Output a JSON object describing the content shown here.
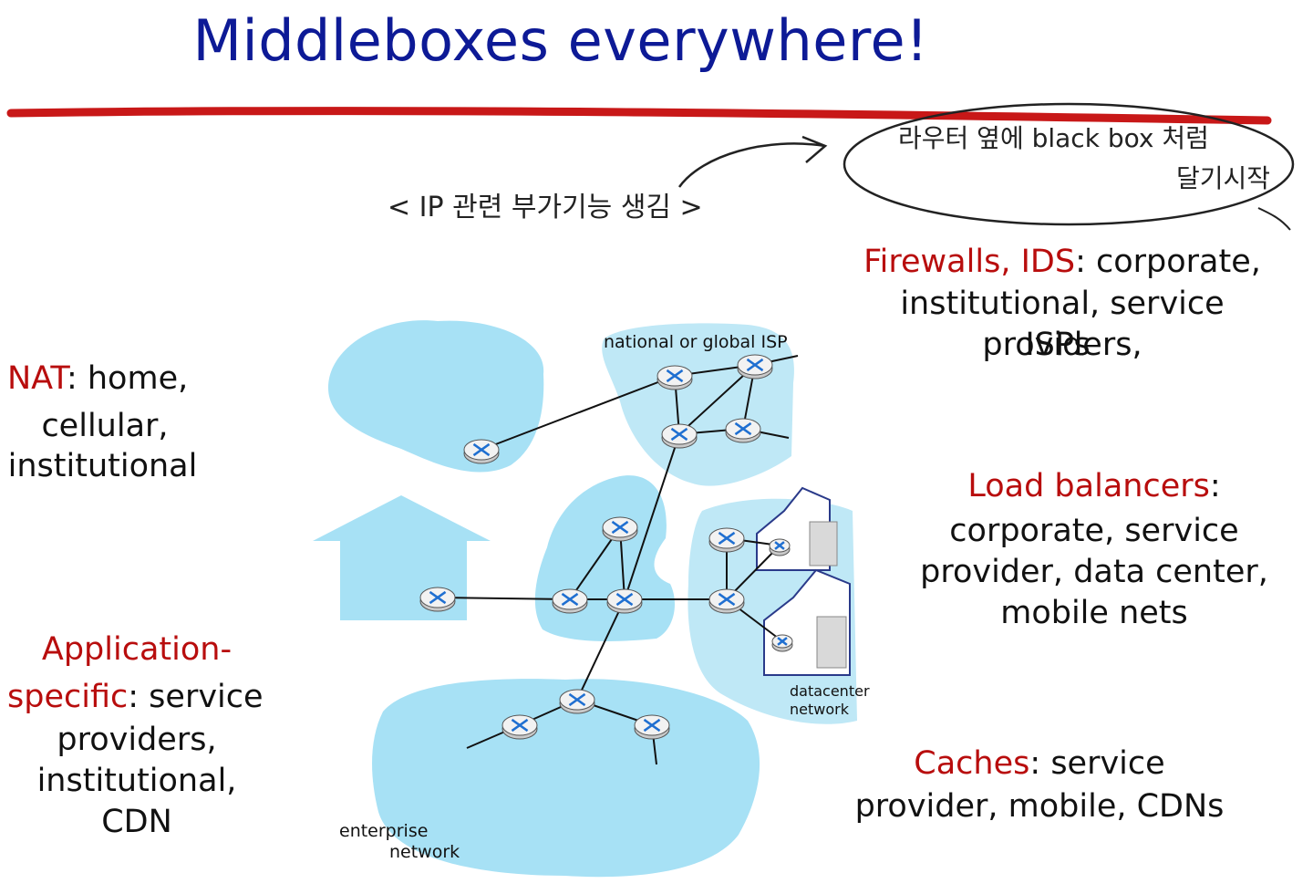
{
  "slide": {
    "title": "Middleboxes everywhere!"
  },
  "annotations": {
    "handwritten_left": "< IP 관련 부가기능 생김 >",
    "handwritten_circle_line1": "라우터 옆에 black box 처럼",
    "handwritten_circle_line2": "달기시작"
  },
  "middleboxes": {
    "nat": {
      "name": "NAT",
      "colon": ":",
      "desc1": " home,",
      "desc2": "cellular,",
      "desc3": "institutional"
    },
    "app": {
      "name1": "Application-",
      "name2": "specific",
      "colon": ":",
      "desc1": " service",
      "desc2": "providers,",
      "desc3": "institutional,",
      "desc4": "CDN"
    },
    "firewall": {
      "name": "Firewalls, IDS",
      "colon": ":",
      "desc1": " corporate,",
      "desc2": "institutional, service providers,",
      "desc3": "ISPs"
    },
    "lb": {
      "name": "Load balancers",
      "colon": ":",
      "desc1": "corporate, service",
      "desc2": "provider, data center,",
      "desc3": "mobile nets"
    },
    "cache": {
      "name": "Caches",
      "colon": ":",
      "desc1": " service",
      "desc2": "provider, mobile, CDNs"
    }
  },
  "network_labels": {
    "isp": "national or global ISP",
    "datacenter1": "datacenter",
    "datacenter2": "network",
    "enterprise1": "enterprise",
    "enterprise2": "network"
  },
  "colors": {
    "title": "#0d1a96",
    "keyword": "#b80d0d",
    "cloud": "#a7e1f5",
    "underline": "#c81818"
  }
}
